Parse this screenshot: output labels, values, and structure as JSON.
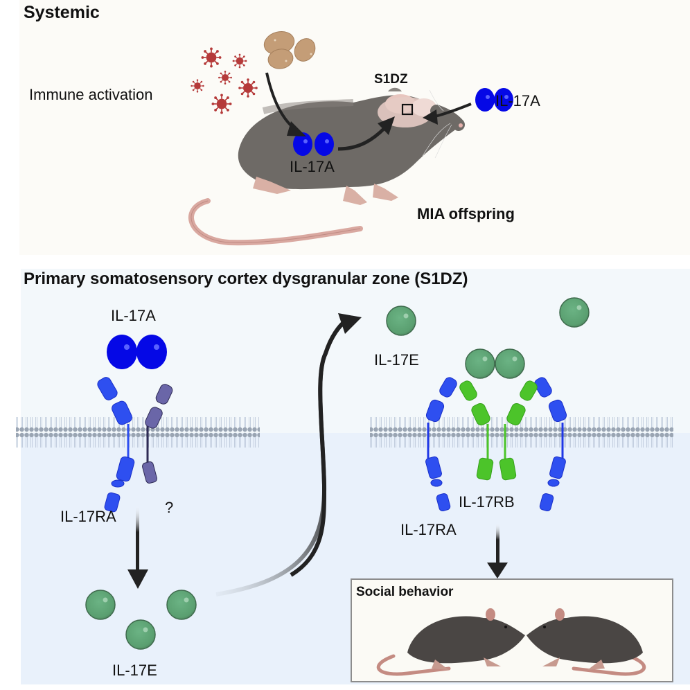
{
  "systemic": {
    "title": "Systemic",
    "immune_activation": "Immune activation",
    "region_label": "S1DZ",
    "il17a_body": "IL-17A",
    "il17a_brain": "IL-17A",
    "offspring_label": "MIA offspring"
  },
  "s1dz": {
    "title": "Primary somatosensory cortex dysgranular zone (S1DZ)",
    "ligand_top": "IL-17A",
    "receptor_left": "IL-17RA",
    "unknown_partner": "?",
    "il17e_released": "IL-17E",
    "il17e_top": "IL-17E",
    "receptor_rb": "IL-17RB",
    "receptor_ra_right": "IL-17RA",
    "outcome": "Social behavior"
  },
  "colors": {
    "il17a": "#0a14e6",
    "il17e": "#5fa675",
    "il17ra": "#2e4ff0",
    "il17rb": "#4cc42a",
    "unknown_receptor": "#6a66a8",
    "virus": "#b53a3a",
    "mouse": "#6e6a66"
  }
}
